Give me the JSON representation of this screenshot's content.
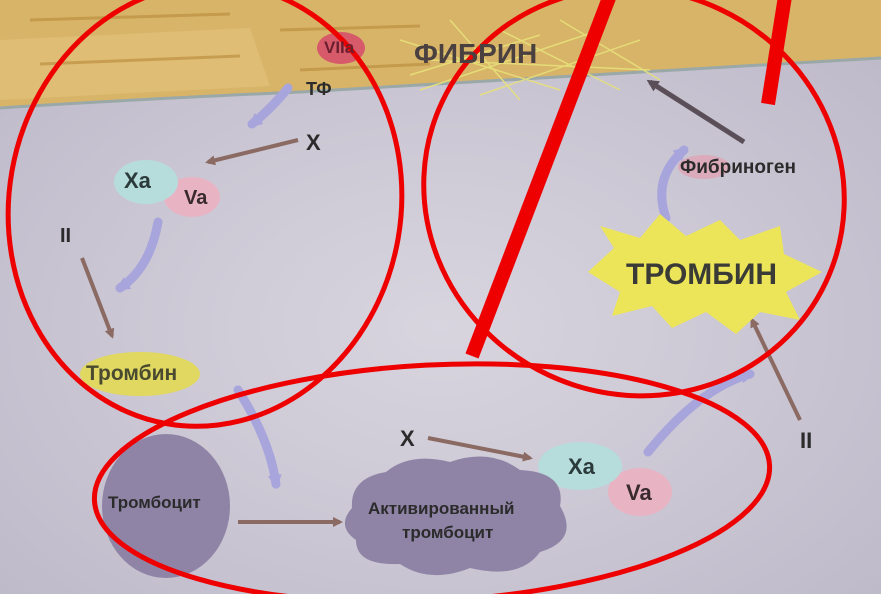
{
  "labels": {
    "vIIa": "VIIa",
    "tf": "ТФ",
    "x_top": "X",
    "xa_top": "Xa",
    "va_top": "Va",
    "ii_left": "II",
    "thrombin_small": "Тромбин",
    "fibrin": "ФИБРИН",
    "fibrinogen": "Фибриноген",
    "thrombin_big": "ТРОМБИН",
    "ii_right": "II",
    "x_bottom": "X",
    "xa_bottom": "Xa",
    "va_bottom": "Va",
    "platelet": "Тромбоцит",
    "activated_platelet_line1": "Активированный",
    "activated_platelet_line2": "тромбоцит"
  },
  "colors": {
    "background": "#cdcbd8",
    "highlight_red": "#ee0000",
    "arrow_brown": "#8a6a62",
    "arrow_lavender": "#a8a4dc",
    "thrombin_yellow": "#e8e45a",
    "xa_teal": "#b7dcdc",
    "va_pink": "#e8b4c4",
    "platelet_purple": "#8f84a6",
    "vessel_tan": "#d9b15c"
  }
}
